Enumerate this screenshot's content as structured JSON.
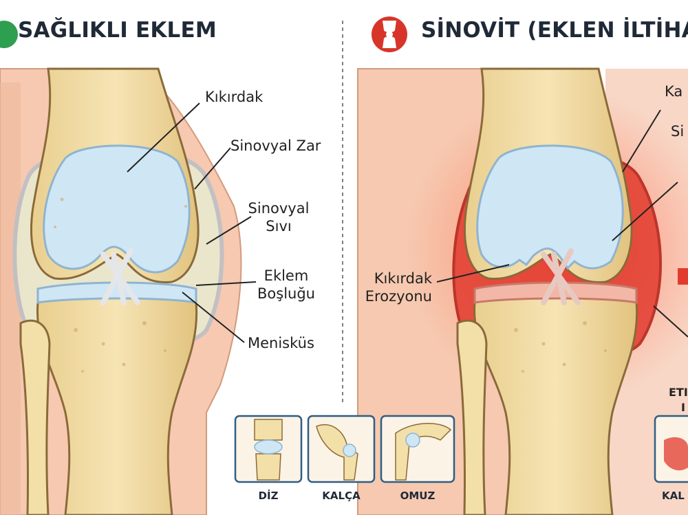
{
  "panels": {
    "healthy": {
      "title": "SAĞLIKLI EKLEM",
      "labels": {
        "cartilage": "Kıkırdak",
        "synovial_membrane": "Sinovyal Zar",
        "synovial_fluid_line1": "Sinovyal",
        "synovial_fluid_line2": "Sıvı",
        "joint_space_line1": "Eklem",
        "joint_space_line2": "Boşluğu",
        "meniscus": "Menisküs"
      }
    },
    "synovitis": {
      "title": "SİNOVİT (EKLEN İLTİHA",
      "labels": {
        "cartilage_erosion_line1": "Kıkırdak",
        "cartilage_erosion_line2": "Erozyonu",
        "partial_top": "Ka",
        "partial_second": "Si",
        "partial_affected_1": "ETI",
        "partial_affected_2": "I"
      }
    }
  },
  "thumbnails": [
    {
      "label": "DİZ"
    },
    {
      "label": "KALÇA"
    },
    {
      "label": "OMUZ"
    }
  ],
  "thumbnail_partial": "KAL",
  "colors": {
    "bone": "#f3dfa8",
    "bone_outline": "#8a6a3a",
    "cartilage": "#cfe6f5",
    "skin": "#f6c9b0",
    "inflammation": "#e23b2e",
    "healthy_icon": "#2e9e4f",
    "inflamed_icon": "#d8352a",
    "thumb_border": "#2f5d84"
  }
}
